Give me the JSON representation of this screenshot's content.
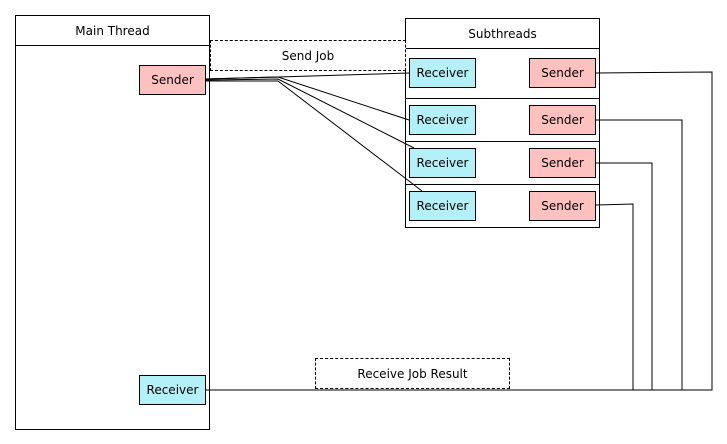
{
  "main_thread": {
    "title": "Main Thread",
    "sender_label": "Sender",
    "receiver_label": "Receiver"
  },
  "subthreads": {
    "title": "Subthreads",
    "rows": [
      {
        "receiver_label": "Receiver",
        "sender_label": "Sender"
      },
      {
        "receiver_label": "Receiver",
        "sender_label": "Sender"
      },
      {
        "receiver_label": "Receiver",
        "sender_label": "Sender"
      },
      {
        "receiver_label": "Receiver",
        "sender_label": "Sender"
      }
    ]
  },
  "annotations": {
    "send_job": "Send Job",
    "receive_job_result": "Receive Job Result"
  },
  "colors": {
    "sender_fill": "#ffc0c0",
    "receiver_fill": "#b4f0f8",
    "stroke": "#000000"
  }
}
